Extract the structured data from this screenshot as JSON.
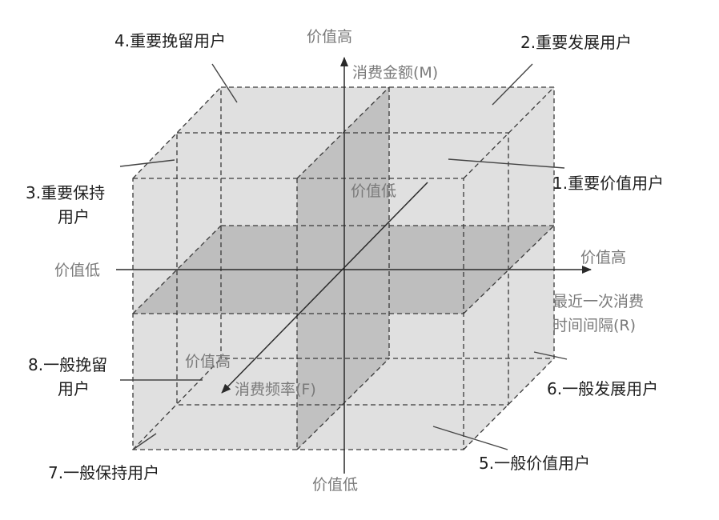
{
  "colors": {
    "cube_fill": "#e0e0e0",
    "plane_fill": "#bebebe",
    "axis_label": "#7a7a7a",
    "segment_label": "#1e1e1e"
  },
  "axes": {
    "m": {
      "name": "消费金额(M)",
      "high": "价值高",
      "low": "价值低"
    },
    "r": {
      "name_line1": "最近一次消费",
      "name_line2": "时间间隔(R)",
      "high": "价值高",
      "low": "价值低"
    },
    "f": {
      "name": "消费频率(F)",
      "high": "价值高",
      "low": "价值低"
    }
  },
  "segments": {
    "s1": "1.重要价值用户",
    "s2": "2.重要发展用户",
    "s3_line1": "3.重要保持",
    "s3_line2": "用户",
    "s4": "4.重要挽留用户",
    "s5": "5.一般价值用户",
    "s6": "6.一般发展用户",
    "s7": "7.一般保持用户",
    "s8_line1": "8.一般挽留",
    "s8_line2": "用户"
  }
}
